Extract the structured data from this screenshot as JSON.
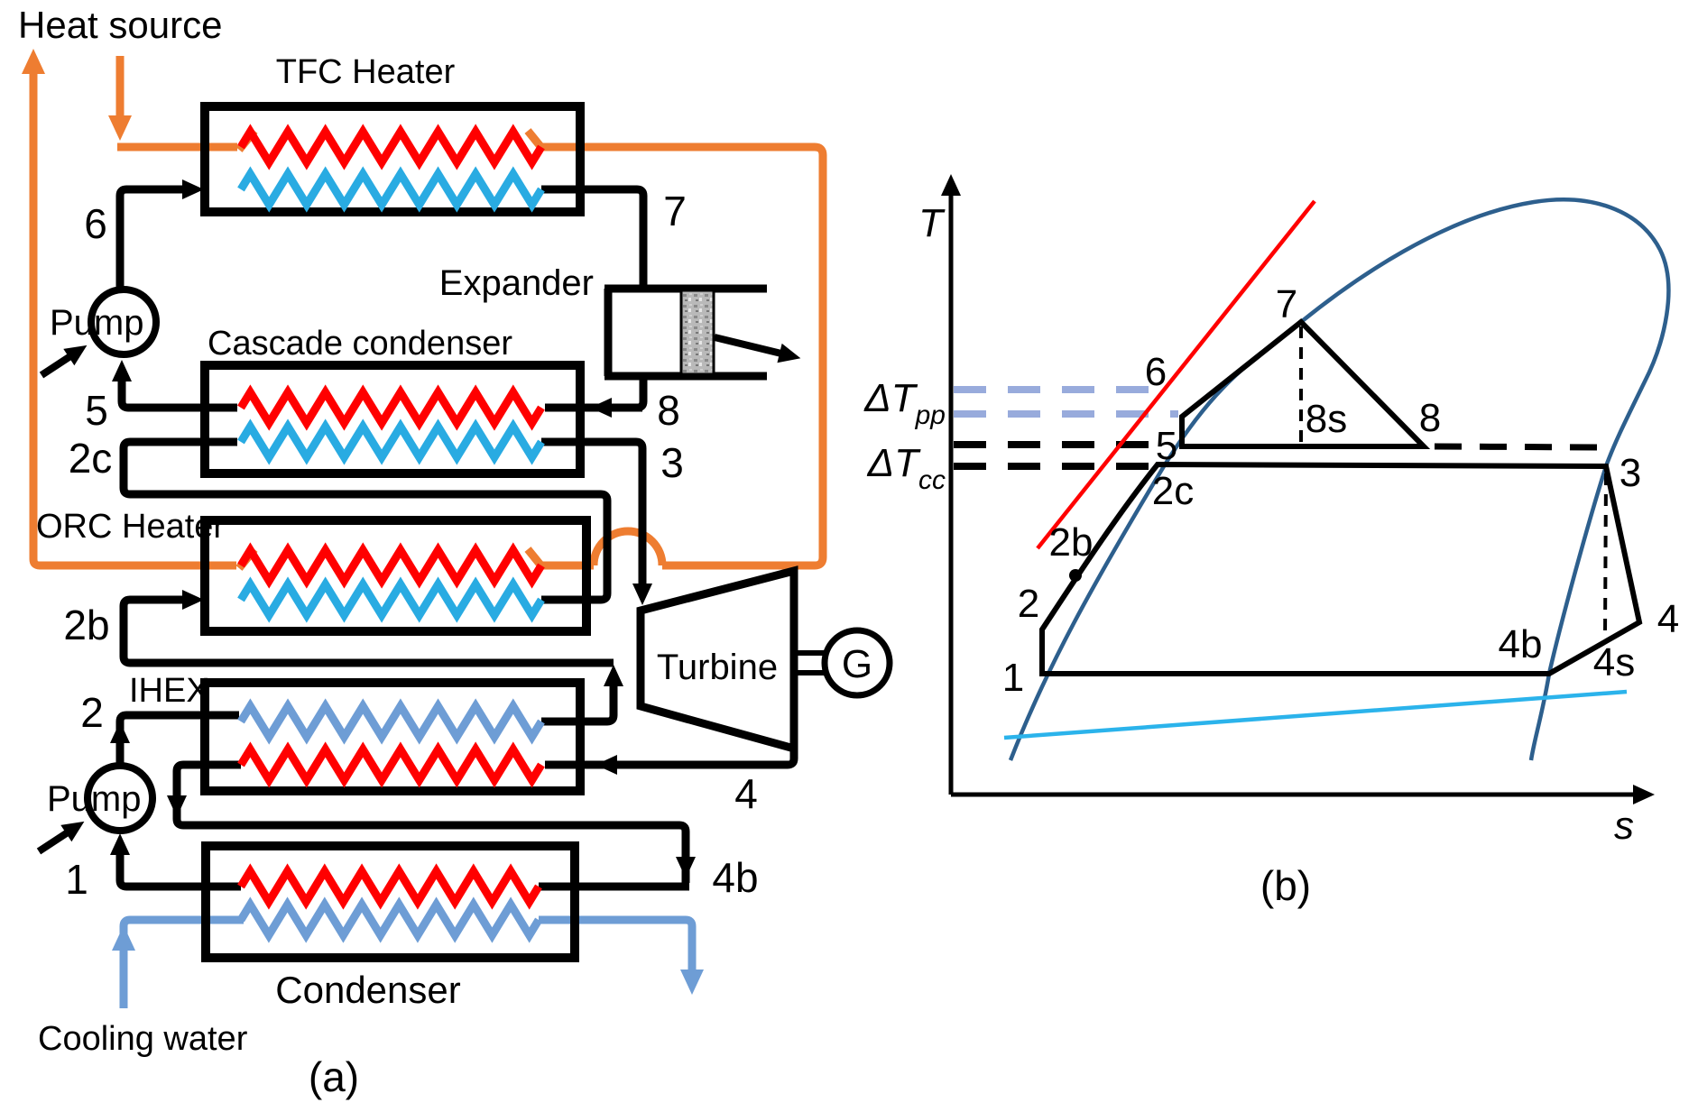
{
  "colors": {
    "heat_source_orange": "#EE7D31",
    "hot_coil_red": "#FF0000",
    "cold_coil_cyan": "#29ABE2",
    "water_steel_blue": "#6E9DD5",
    "pinch_dash_periwinkle": "#98ABDC",
    "saturation_dome_navy": "#2D5F8D",
    "cooling_line_cyan": "#2BB3EB",
    "line_black": "#000000"
  },
  "panel_a": {
    "heat_source": "Heat source",
    "cooling_water": "Cooling water",
    "caption": "(a)",
    "tfc_heater": "TFC Heater",
    "expander": "Expander",
    "cascade_condenser": "Cascade condenser",
    "orc_heater": "ORC Heater",
    "ihex": "IHEX",
    "turbine": "Turbine",
    "generator": "G",
    "condenser": "Condenser",
    "pump_tfc": "Pump",
    "pump_orc": "Pump",
    "states": {
      "n1": "1",
      "n2": "2",
      "n2b": "2b",
      "n2c": "2c",
      "n3": "3",
      "n4": "4",
      "n4b": "4b",
      "n5": "5",
      "n6": "6",
      "n7": "7",
      "n8": "8"
    }
  },
  "panel_b": {
    "caption": "(b)",
    "t_axis": "T",
    "s_axis": "s",
    "dt_pinch": "ΔT",
    "dt_pinch_sub": "pp",
    "dt_cascade": "ΔT",
    "dt_cascade_sub": "cc",
    "states": {
      "n1": "1",
      "n2": "2",
      "n2b": "2b",
      "n2c": "2c",
      "n3": "3",
      "n4": "4",
      "n4b": "4b",
      "n4s": "4s",
      "n5": "5",
      "n6": "6",
      "n7": "7",
      "n8": "8",
      "n8s": "8s"
    }
  }
}
